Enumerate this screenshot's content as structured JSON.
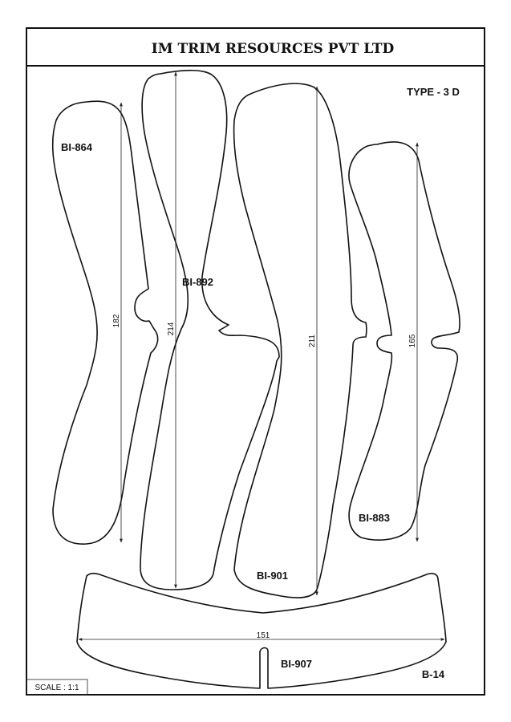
{
  "company": "IM TRIM RESOURCES PVT LTD",
  "type_label": "TYPE - 3 D",
  "parts": [
    {
      "code": "BI-864",
      "dimension": "182"
    },
    {
      "code": "BI-892",
      "dimension": "214"
    },
    {
      "code": "BI-901",
      "dimension": "211"
    },
    {
      "code": "BI-883",
      "dimension": "165"
    },
    {
      "code": "BI-907",
      "dimension": "151"
    }
  ],
  "sheet_code": "B-14",
  "scale": "SCALE : 1:1"
}
